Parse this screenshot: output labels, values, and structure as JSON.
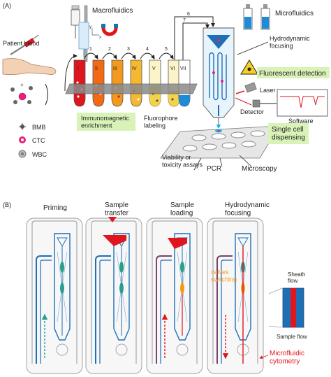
{
  "panel_a": {
    "label": "(A)",
    "patient_blood": "Patient blood",
    "macrofluidics": "Macrofluidics",
    "microfluidics": "Microfluidics",
    "hydrodynamic_focusing": "Hydrodynamic\nfocusing",
    "fluorescent_detection": "Fluorescent detection",
    "laser": "Laser",
    "detector": "Detector",
    "software": "Software",
    "single_cell_dispensing": "Single cell\ndispensing",
    "immunomagnetic_enrichment": "Immunomagnetic\nenrichment",
    "fluorophore_labeling": "Fluorophore\nlabeling",
    "viability_assays": "Viability or\ntoxicity assays",
    "pcr": "PCR",
    "microscopy": "Microscopy",
    "legend": [
      "BMB",
      "CTC",
      "WBC"
    ],
    "tube_labels": [
      "I",
      "II",
      "III",
      "IV",
      "V",
      "VI",
      "VII"
    ],
    "step_numbers": [
      "1",
      "2",
      "3",
      "4",
      "5",
      "6",
      "7"
    ],
    "axis_x": "x",
    "axis_y": "y",
    "colors": {
      "highlight_green": "#d9f2b8",
      "red": "#e0161e",
      "blue": "#1f6fb5",
      "orange": "#f39a1e",
      "yellow": "#f2d34a"
    }
  },
  "panel_b": {
    "label": "(B)",
    "stages": [
      "Priming",
      "Sample\ntransfer",
      "Sample\nloading",
      "Hydrodynamic\nfocusing"
    ],
    "valves_switching": "valves\nswitching",
    "sheath_flow": "Sheath\nflow",
    "sample_flow": "Sample flow",
    "microfluidic_cytometry": "Microfluidic\ncytometry"
  }
}
